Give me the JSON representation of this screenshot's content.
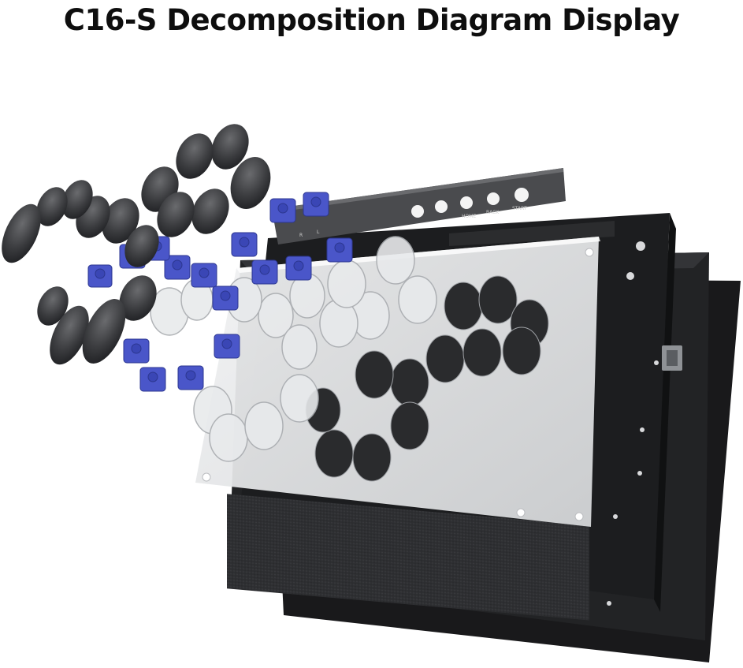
{
  "title": "C16-S Decomposition Diagram Display",
  "strip_labels": [
    "HOME",
    "BACK",
    "START"
  ],
  "side_labels": [
    "R",
    "L"
  ],
  "colors": {
    "switch_blue": "#4a56c9",
    "cap_dark": "#3a3b3e",
    "panel_clear": "#e4e6e8",
    "frame_black": "#1c1d1f"
  }
}
